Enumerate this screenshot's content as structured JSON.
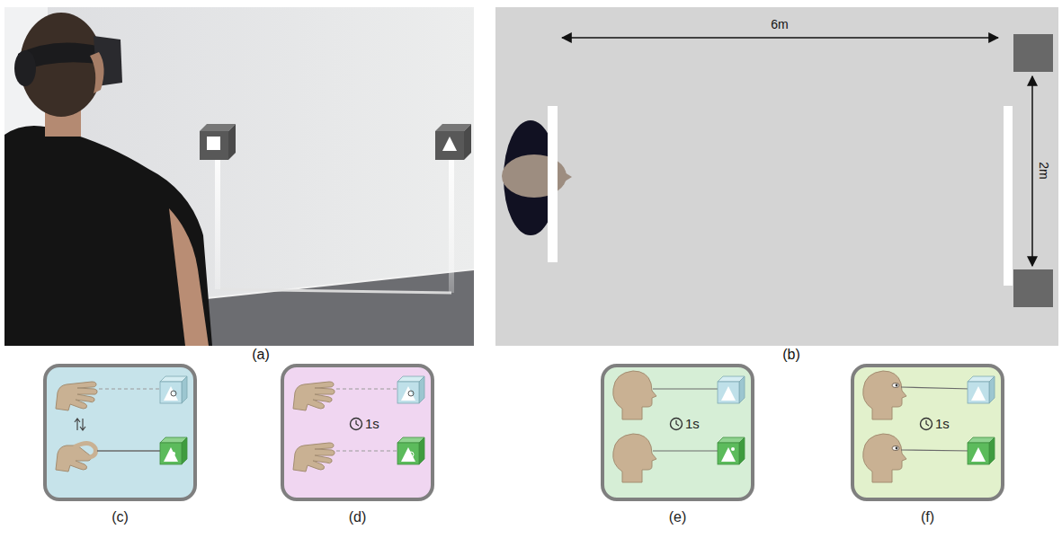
{
  "diagram": {
    "nodes": [
      {
        "text": [
          "(c)"
        ]
      },
      {
        "text": [
          "1s",
          "(d)"
        ]
      },
      {
        "text": [
          "1s",
          "(e)"
        ]
      },
      {
        "text": [
          "1s",
          "(f)"
        ]
      }
    ],
    "labels": [
      "(a)",
      "(b)",
      "6m",
      "2m"
    ]
  }
}
